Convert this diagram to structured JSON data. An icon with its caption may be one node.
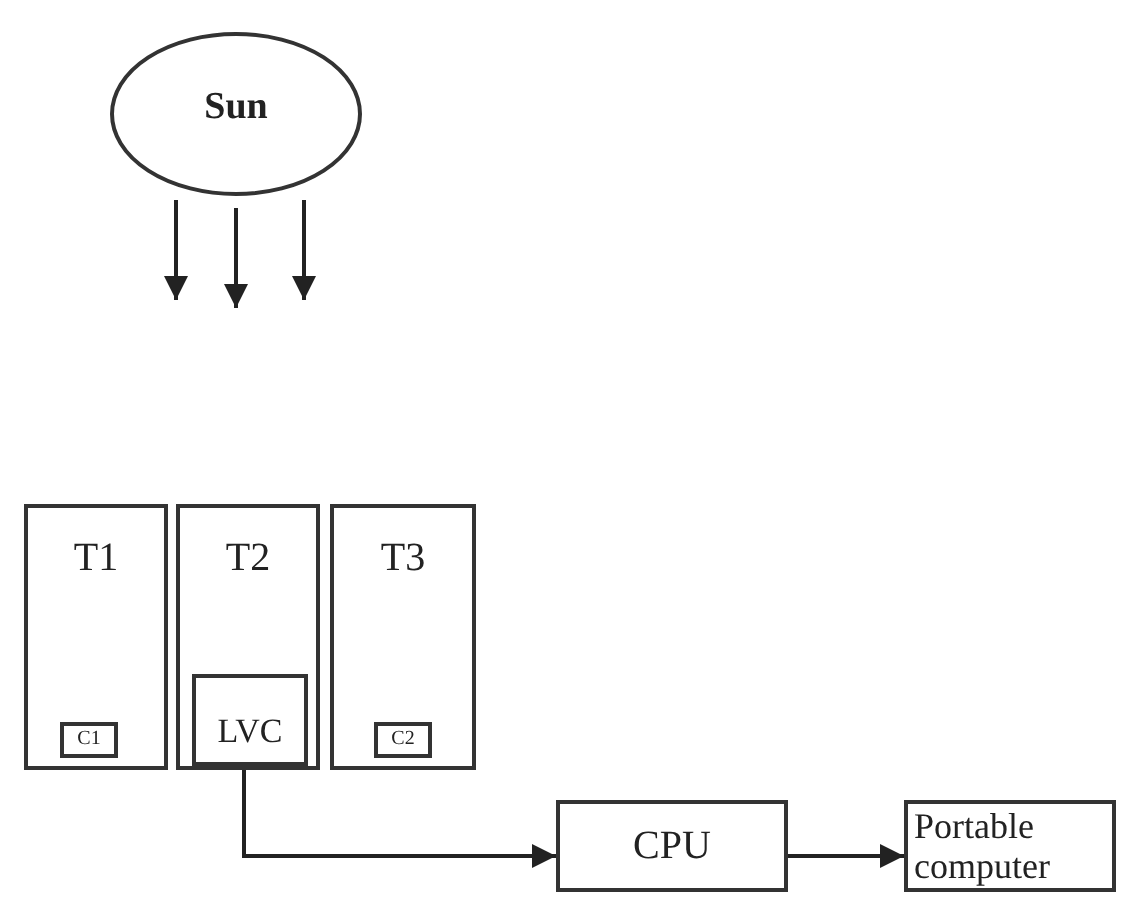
{
  "diagram": {
    "nodes": [
      {
        "text": [
          "Sun"
        ]
      },
      {
        "text": [
          "T1"
        ]
      },
      {
        "text": [
          "T2"
        ]
      },
      {
        "text": [
          "T3"
        ]
      },
      {
        "text": [
          "C1"
        ],
        "in": 1
      },
      {
        "text": [
          "LVC"
        ],
        "in": 2
      },
      {
        "text": [
          "C2"
        ],
        "in": 3
      },
      {
        "text": [
          "CPU"
        ]
      },
      {
        "text": [
          "Portable computer"
        ]
      }
    ],
    "edges": [
      {
        "from": 0,
        "to": null,
        "arrow": "to"
      },
      {
        "from": 0,
        "to": null,
        "arrow": "to"
      },
      {
        "from": 0,
        "to": null,
        "arrow": "to"
      },
      {
        "from": 5,
        "to": 7,
        "arrow": "to"
      },
      {
        "from": 7,
        "to": 8,
        "arrow": "to"
      }
    ]
  }
}
